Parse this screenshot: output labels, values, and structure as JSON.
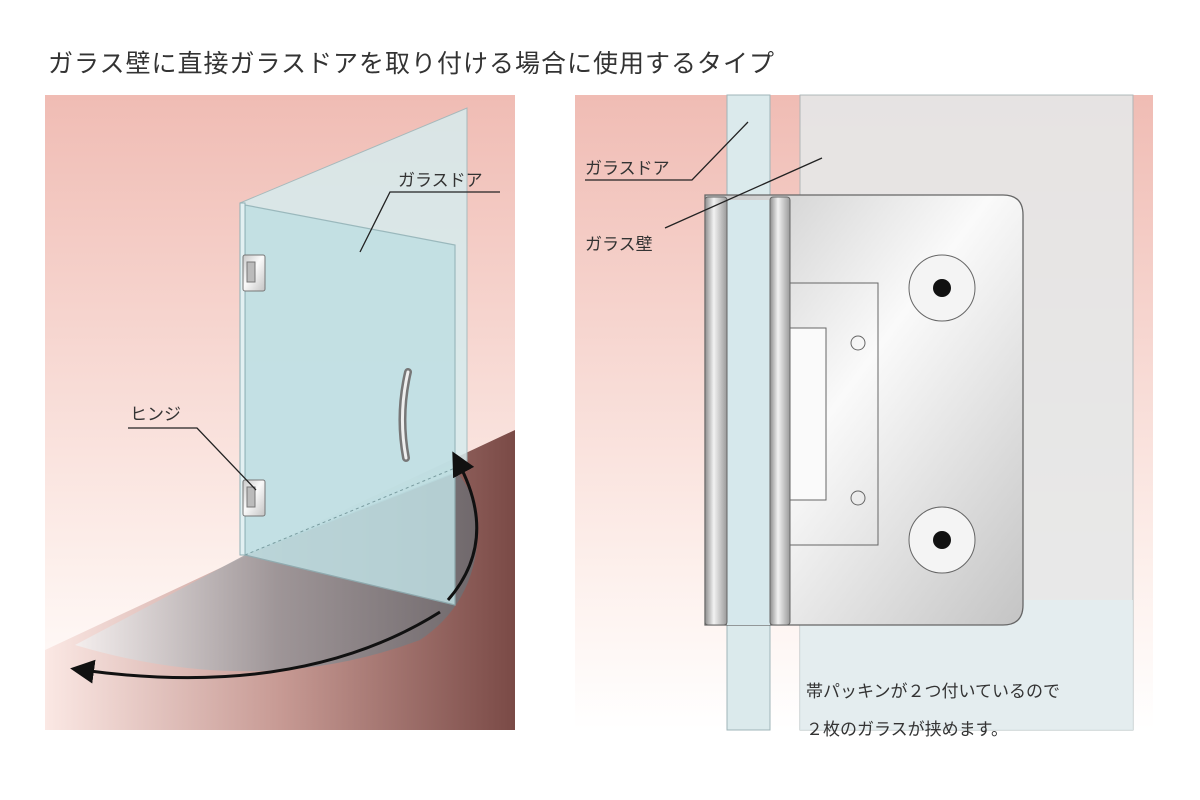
{
  "title": "ガラス壁に直接ガラスドアを取り付ける場合に使用するタイプ",
  "left_panel": {
    "label_glass_door": "ガラスドア",
    "label_hinge": "ヒンジ"
  },
  "right_panel": {
    "label_glass_door": "ガラスドア",
    "label_glass_wall": "ガラス壁",
    "note_line1": "帯パッキンが２つ付いているので",
    "note_line2": "２枚のガラスが挟めます。"
  },
  "colors": {
    "pink": "#f2c4bc",
    "floor": "#8a5a56",
    "glass": "#cfe6ea",
    "metal": "#d8d8d8"
  }
}
